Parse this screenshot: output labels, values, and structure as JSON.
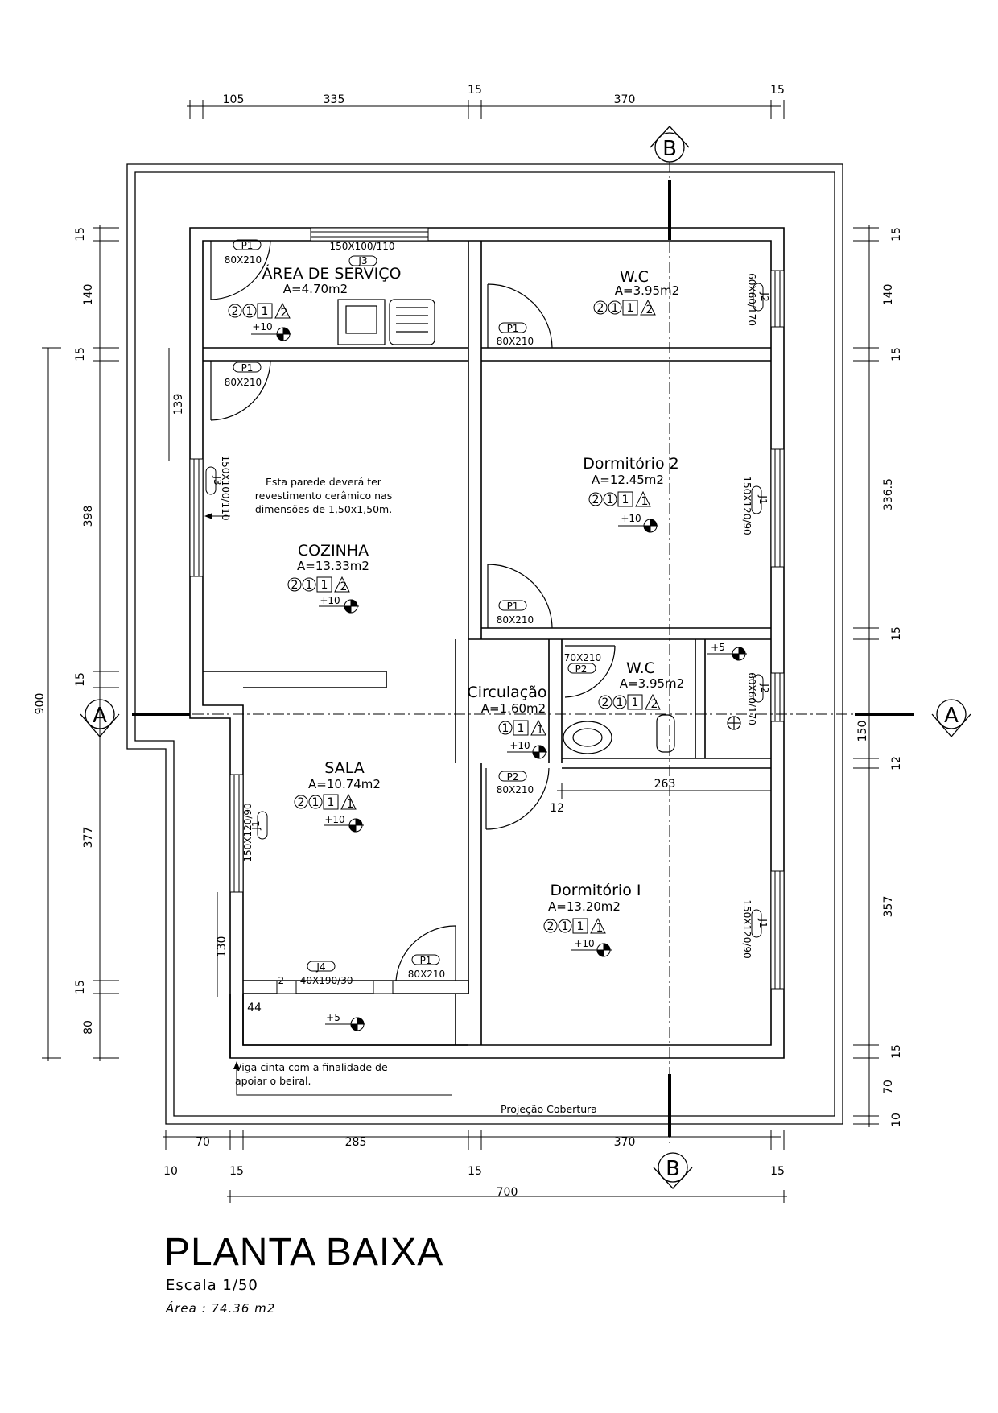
{
  "title": "PLANTA BAIXA",
  "scale": "Escala  1/50",
  "total_area": "Área :  74.36  m2",
  "dimensions": {
    "top": [
      "105",
      "335",
      "15",
      "370",
      "15"
    ],
    "bottom_row1": [
      "70",
      "285",
      "15",
      "370"
    ],
    "bottom_row2": [
      "10",
      "15",
      "15",
      "15"
    ],
    "bottom_total": "700",
    "left": [
      "15",
      "140",
      "15",
      "398",
      "15",
      "377",
      "15",
      "80"
    ],
    "left_total": "900",
    "right": [
      "15",
      "140",
      "15",
      "336.5",
      "15",
      "150",
      "12",
      "357",
      "15",
      "70",
      "10"
    ],
    "inner": [
      "139",
      "130",
      "263",
      "12",
      "44"
    ]
  },
  "section_markers": {
    "a": "A",
    "b": "B"
  },
  "rooms": {
    "servico": {
      "name": "ÁREA DE SERVIÇO",
      "area": "A=4.70m2",
      "level": "+10"
    },
    "wc1": {
      "name": "W.C",
      "area": "A=3.95m2"
    },
    "dorm2": {
      "name": "Dormitório 2",
      "area": "A=12.45m2",
      "level": "+10"
    },
    "cozinha": {
      "name": "COZINHA",
      "area": "A=13.33m2",
      "level": "+10"
    },
    "wc2": {
      "name": "W.C",
      "area": "A=3.95m2",
      "level": "+5"
    },
    "circulacao": {
      "name": "Circulação",
      "area": "A=1.60m2",
      "level": "+10"
    },
    "sala": {
      "name": "SALA",
      "area": "A=10.74m2",
      "level": "+10"
    },
    "dorm1": {
      "name": "Dormitório I",
      "area": "A=13.20m2",
      "level": "+10"
    },
    "varanda": {
      "level": "+5"
    }
  },
  "doors": {
    "p1": "P1",
    "p1_size": "80X210",
    "p2": "P2",
    "p2_size": "80X210",
    "p2_wc": "P2",
    "p2_wc_size": "70X210"
  },
  "windows": {
    "j1": "J1",
    "j1_size": "150X120/90",
    "j2": "J2",
    "j2_size": "60X60/170",
    "j3": "J3",
    "j3_size": "150X100/110",
    "j4": "J4",
    "j4_size": "2  —  40X190/30"
  },
  "notes": {
    "wall_1": "Esta parede deverá ter",
    "wall_2": "revestimento cerâmico nas",
    "wall_3": "dimensões de 1,50x1,50m.",
    "beam_1": "Viga cinta com a finalidade de",
    "beam_2": "apoiar o beiral.",
    "roof": "Projeção Cobertura"
  },
  "finish_codes": {
    "servico": [
      "2",
      "1",
      "1",
      "2"
    ],
    "wc1": [
      "2",
      "1",
      "1",
      "2"
    ],
    "dorm2": [
      "2",
      "1",
      "1",
      "1"
    ],
    "cozinha": [
      "2",
      "1",
      "1",
      "2"
    ],
    "wc2": [
      "2",
      "1",
      "1",
      "2"
    ],
    "circulacao": [
      "1",
      "1",
      "1"
    ],
    "sala": [
      "2",
      "1",
      "1",
      "1"
    ],
    "dorm1": [
      "2",
      "1",
      "1",
      "1"
    ]
  }
}
